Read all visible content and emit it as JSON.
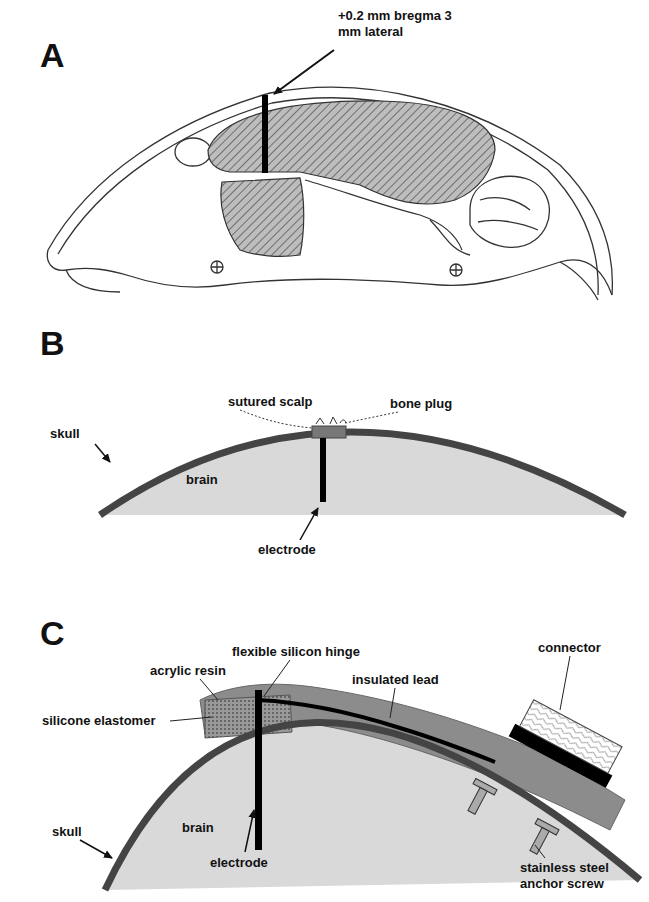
{
  "diagram": {
    "labels": [
      "A",
      "+0.2 mm bregma 3 mm lateral",
      "B",
      "sutured scalp",
      "bone plug",
      "skull",
      "brain",
      "electrode",
      "C",
      "flexible silicon hinge",
      "acrylic resin",
      "insulated lead",
      "connector",
      "silicone elastomer",
      "skull",
      "brain",
      "electrode",
      "stainless steel anchor screw"
    ]
  }
}
